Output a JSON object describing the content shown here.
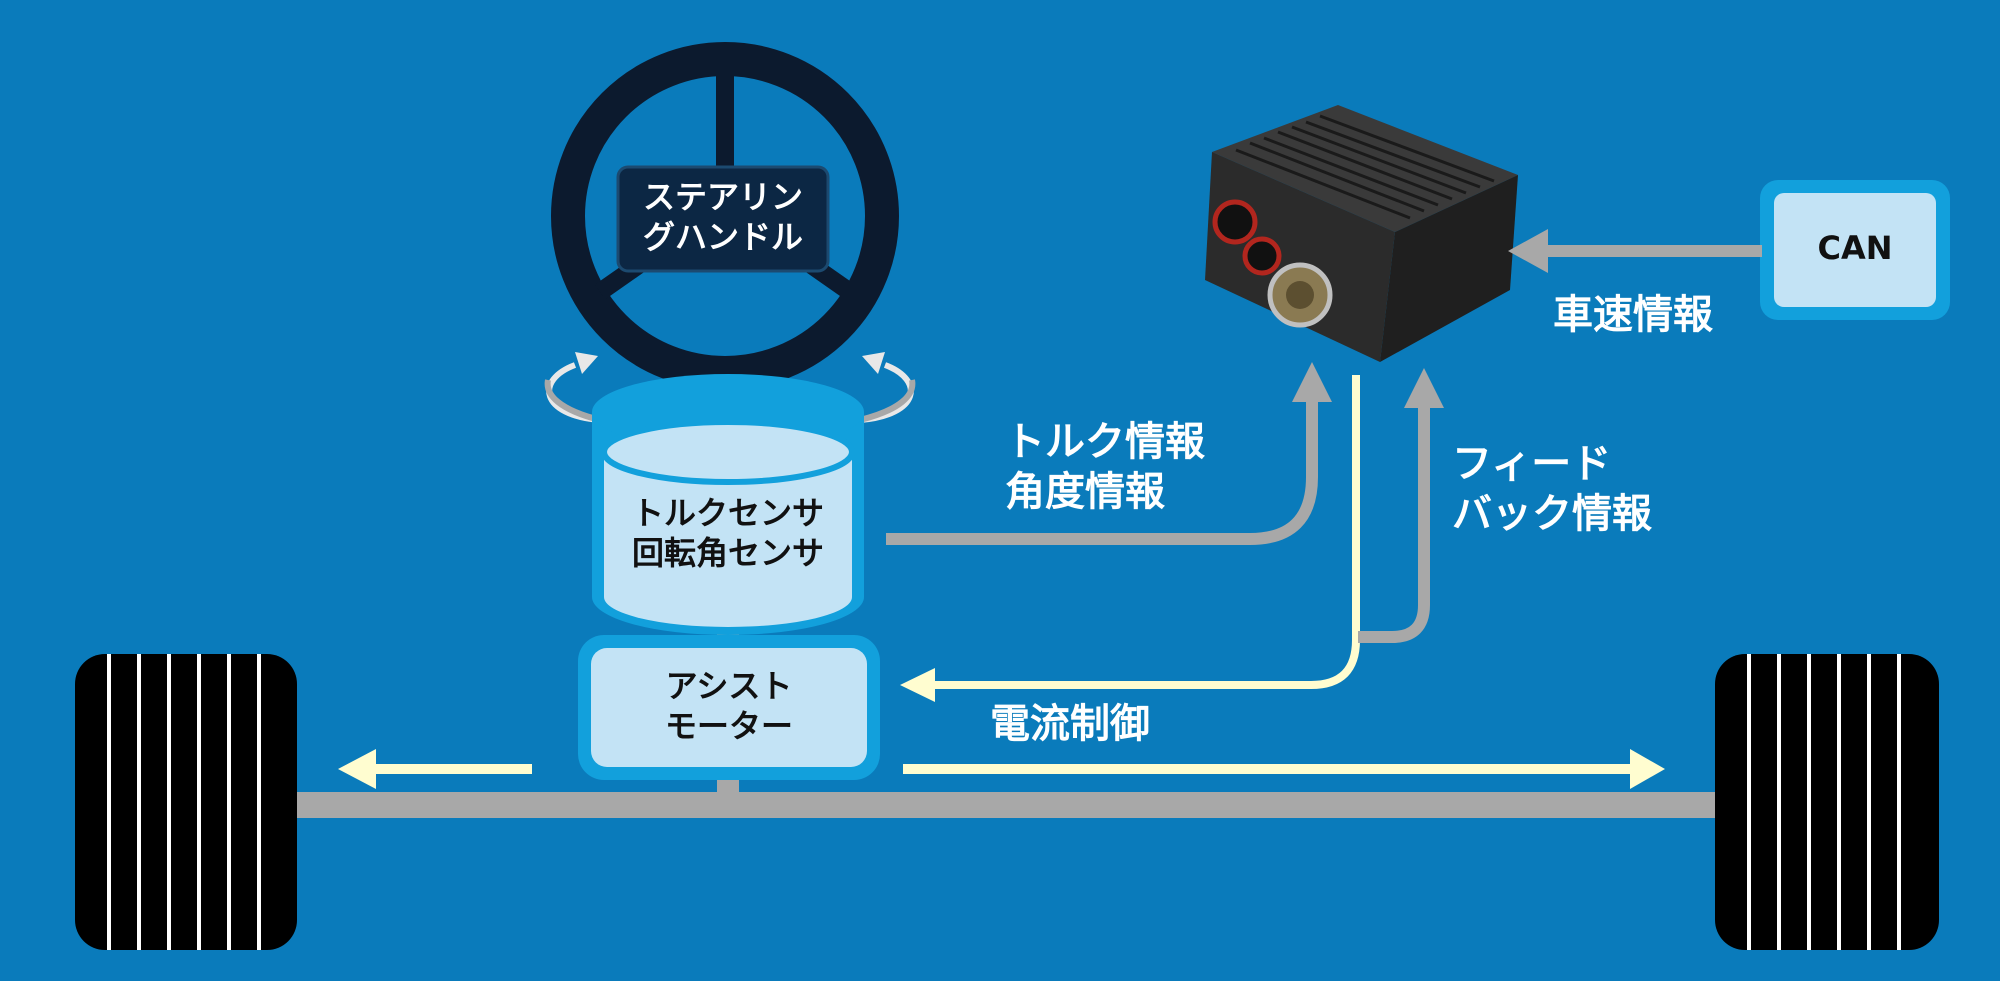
{
  "steering": {
    "line1": "ステアリン",
    "line2": "グハンドル"
  },
  "sensor": {
    "line1": "トルクセンサ",
    "line2": "回転角センサ"
  },
  "motor": {
    "line1": "アシスト",
    "line2": "モーター"
  },
  "can": {
    "label": "CAN"
  },
  "labels": {
    "vehicle_speed": "車速情報",
    "torque_info": "トルク情報",
    "angle_info": "角度情報",
    "feedback_line1": "フィード",
    "feedback_line2": "バック情報",
    "current_control": "電流制御"
  },
  "colors": {
    "background": "#0a7bbb",
    "wheel": "#0c1a2e",
    "box_fill": "#c3e3f5",
    "box_border": "#12a0dc",
    "shaft": "#a8a8a8",
    "arrow_gray": "#a8a8a8",
    "arrow_cream": "#fffdd0",
    "text_white": "#ffffff"
  }
}
